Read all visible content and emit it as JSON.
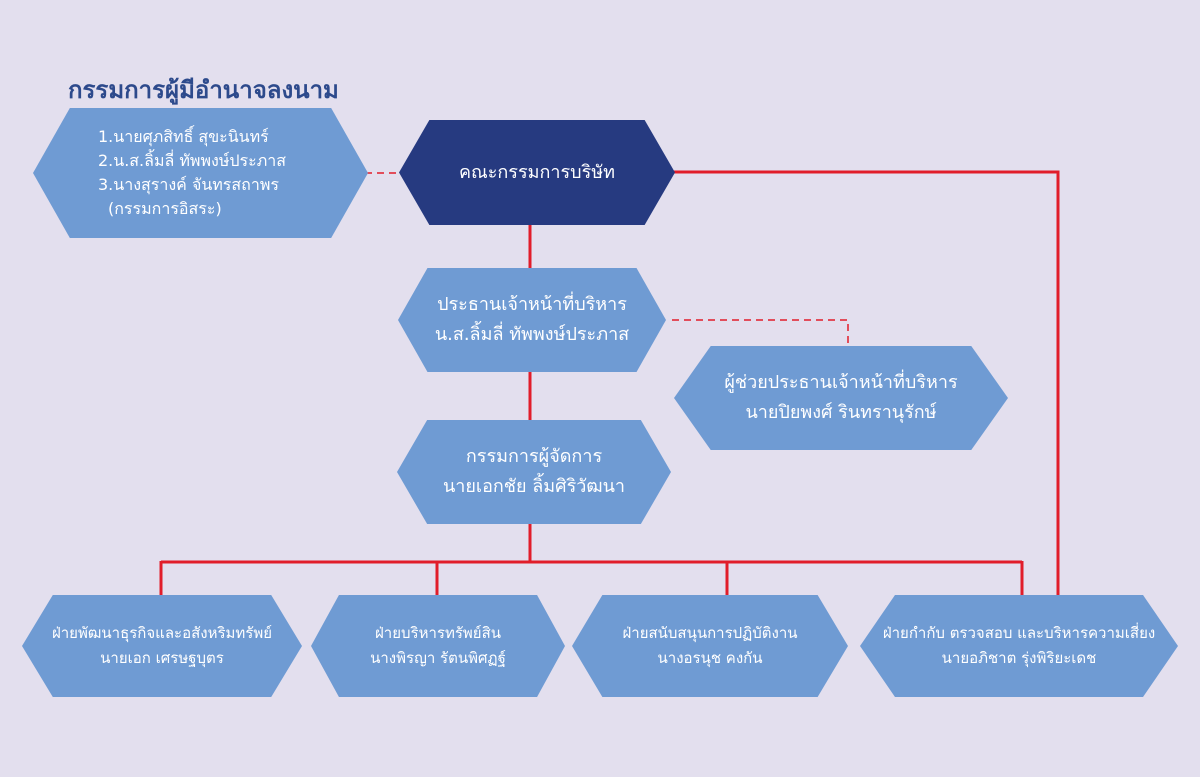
{
  "title": "กรรมการผู้มีอำนาจลงนาม",
  "signers": {
    "lines": [
      "1.นายศุภสิทธิ์ สุขะนินทร์",
      "2.น.ส.ลิ้มลี่ ทัพพงษ์ประภาส",
      "3.นางสุรางค์ จันทรสถาพร"
    ],
    "note": "(กรรมการอิสระ)"
  },
  "board": {
    "label": "คณะกรรมการบริษัท"
  },
  "ceo": {
    "role": "ประธานเจ้าหน้าที่บริหาร",
    "name": "น.ส.ลิ้มลี่ ทัพพงษ์ประภาส"
  },
  "assistant": {
    "role": "ผู้ช่วยประธานเจ้าหน้าที่บริหาร",
    "name": "นายปิยพงศ์ รินทรานุรักษ์"
  },
  "md": {
    "role": "กรรมการผู้จัดการ",
    "name": "นายเอกชัย ลิ้มศิริวัฒนา"
  },
  "departments": [
    {
      "role": "ฝ่ายพัฒนาธุรกิจและอสังหริมทรัพย์",
      "name": "นายเอก เศรษฐบุตร"
    },
    {
      "role": "ฝ่ายบริหารทรัพย์สิน",
      "name": "นางพิรญา รัตนพิศฏฐ์"
    },
    {
      "role": "ฝ่ายสนับสนุนการปฏิบัติงาน",
      "name": "นางอรนุช คงกัน"
    },
    {
      "role": "ฝ่ายกำกับ ตรวจสอบ และบริหารความเสี่ยง",
      "name": "นายอภิชาต รุ่งพิริยะเดช"
    }
  ],
  "colors": {
    "background": "#e3dfee",
    "box": "#6f9bd3",
    "board_box": "#263a80",
    "connector": "#e11d2a",
    "title": "#2d4a8c"
  }
}
